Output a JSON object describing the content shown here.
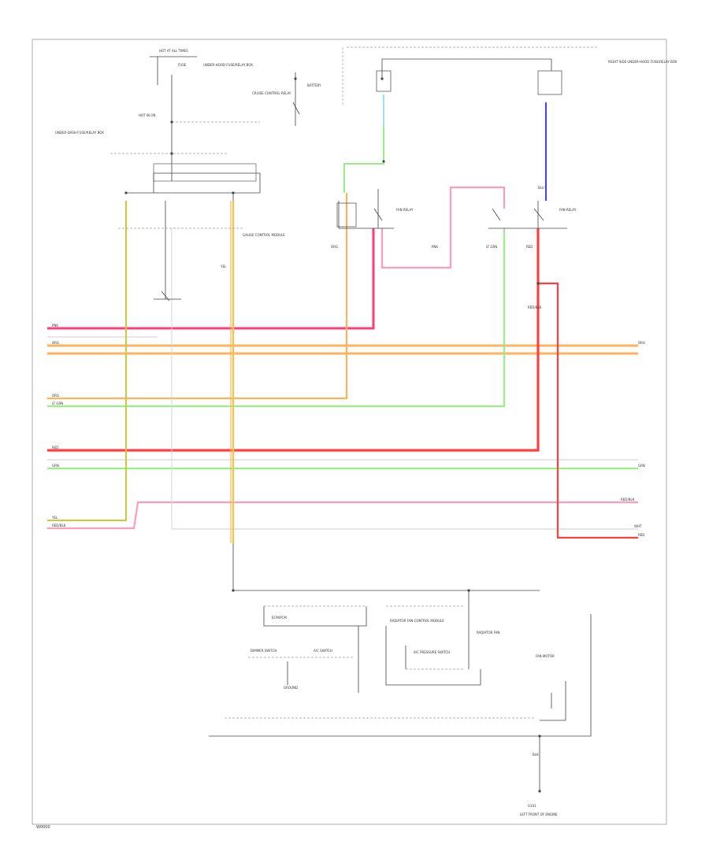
{
  "diagram": {
    "page_code": "W0000",
    "colors": {
      "border": "#999999",
      "wire_dark": "#444444",
      "dashed": "#9a9a9a",
      "pink": "#ff3d78",
      "red": "#ff4040",
      "orange": "#ffb25c",
      "yellow": "#e8e84a",
      "olive_yellow": "#c8c850",
      "green": "#9aee8a",
      "light_pink": "#ff9cbc",
      "light_blue": "#9fe0ff",
      "blue": "#4040ff",
      "light_gray": "#d6d6d6"
    },
    "components": {
      "hot_at_all_times": "HOT AT ALL TIMES",
      "fuse_label": "FUSE",
      "underhood_relay_box": "UNDER-HOOD FUSE/RELAY BOX",
      "hot_in_on": "HOT IN ON",
      "underhood_fuse_box_left": "UNDER-DASH FUSE/RELAY BOX",
      "cruise_relay": "CRUISE CONTROL RELAY",
      "battery_label": "BATTERY",
      "fan_relay_1": "FAN RELAY",
      "fan_relay_2": "FAN RELAY",
      "gauge_control": "GAUGE CONTROL MODULE",
      "dimmer_switch": "DIMMER SWITCH",
      "ac_switch": "A/C SWITCH",
      "ac_pressure": "A/C PRESSURE SWITCH",
      "ecm_pcm": "ECM/PCM",
      "radiator_fan_ctrl": "RADIATOR FAN CONTROL MODULE",
      "ground": "GROUND",
      "right_side_label": "RIGHT SIDE UNDER-HOOD FUSE/RELAY BOX",
      "radiator_fan": "RADIATOR FAN",
      "fan_motor": "FAN MOTOR",
      "bottom_ground": "G101",
      "bottom_label": "LEFT FRONT OF ENGINE"
    },
    "wire_colors": {
      "pnk": "PNK",
      "org": "ORG",
      "yel": "YEL",
      "grn": "GRN",
      "red": "RED",
      "blu": "BLU",
      "ltgrn": "LT GRN",
      "redblk": "RED/BLK",
      "wht": "WHT",
      "blk": "BLK"
    }
  }
}
